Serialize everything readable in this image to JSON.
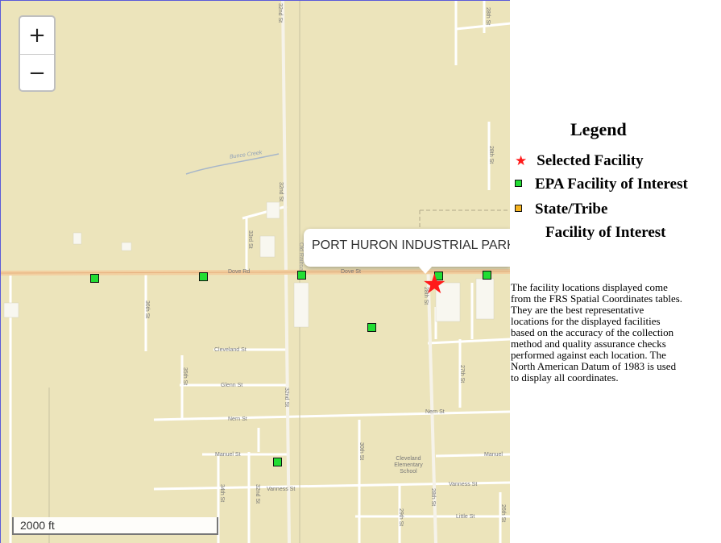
{
  "map": {
    "zoom_in_label": "+",
    "zoom_out_label": "−",
    "popup_text": "PORT HURON INDUSTRIAL PARK",
    "scale_label": "2000 ft",
    "facility_color": "#22dd33",
    "selected_color": "#ff1a1a",
    "street_labels": {
      "dove_rd": "Dove Rd",
      "dove_st": "Dove St",
      "cleveland_st": "Cleveland St",
      "glenn_st": "Glenn St",
      "nern_st_left": "Nern St",
      "nern_st_right": "Nern St",
      "manuel_st_left": "Manuel St",
      "manuel_st_right": "Manuel",
      "vanness_st_left": "Vanness St",
      "vanness_st_right": "Vanness St",
      "little_st": "Little St",
      "s32nd_top": "32nd St",
      "s32nd_mid": "32nd St",
      "s32nd_low": "32nd St",
      "s32nd_bot": "32nd St",
      "s33rd": "33rd St",
      "s36th": "36th St",
      "s35th": "35th St",
      "s34th": "34th St",
      "s30th": "30th St",
      "s28th_top": "28th St",
      "s28th_mid": "28th St",
      "s28th_low": "28th St",
      "s28th_bot": "28th St",
      "s27th": "27th St",
      "s29th": "29th St",
      "s26th": "26th St",
      "creek": "Bunce Creek",
      "railroad": "Old Railroad",
      "school": "Cleveland Elementary School"
    }
  },
  "legend": {
    "title": "Legend",
    "items": [
      {
        "label": "Selected Facility",
        "symbol": "star-icon",
        "color": "#ff1a1a"
      },
      {
        "label": "EPA Facility of Interest",
        "symbol": "square-icon",
        "color": "#22dd33"
      },
      {
        "label": "State/Tribe",
        "label2": "Facility of Interest",
        "symbol": "square-icon",
        "color": "#f5b320"
      }
    ],
    "note": "The facility locations displayed come from the FRS Spatial Coordinates tables. They are the best representative locations for the displayed facilities based on the accuracy of the collection method and quality assurance checks performed against each location. The North American Datum of 1983 is used to display all coordinates."
  }
}
